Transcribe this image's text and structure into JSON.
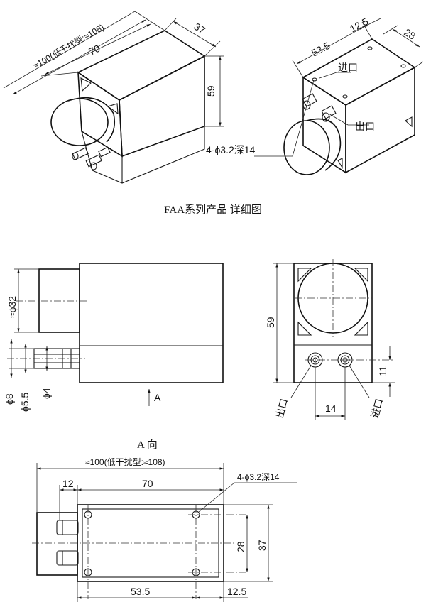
{
  "iso_left": {
    "dim_length_approx": "≈100(低干扰型:≈108)",
    "dim_70": "70",
    "dim_37": "37",
    "dim_59": "59"
  },
  "iso_right": {
    "dim_53_5": "53.5",
    "dim_12_5": "12.5",
    "dim_28": "28",
    "inlet": "进口",
    "outlet": "出口",
    "holes": "4-ϕ3.2深14"
  },
  "caption_main": "FAA系列产品 详细图",
  "side_view": {
    "dim_phi32": "≈ϕ32",
    "dim_phi8": "ϕ8",
    "dim_phi5_5": "ϕ5.5",
    "dim_phi4": "ϕ4",
    "view_arrow": "A"
  },
  "front_view": {
    "dim_59": "59",
    "dim_11": "11",
    "dim_14": "14",
    "outlet": "出口",
    "inlet": "进口"
  },
  "caption_a": "A 向",
  "bottom_view": {
    "dim_length_approx": "≈100(低干扰型:≈108)",
    "dim_12": "12",
    "dim_70": "70",
    "holes": "4-ϕ3.2深14",
    "dim_28": "28",
    "dim_37": "37",
    "dim_53_5": "53.5",
    "dim_12_5": "12.5"
  }
}
